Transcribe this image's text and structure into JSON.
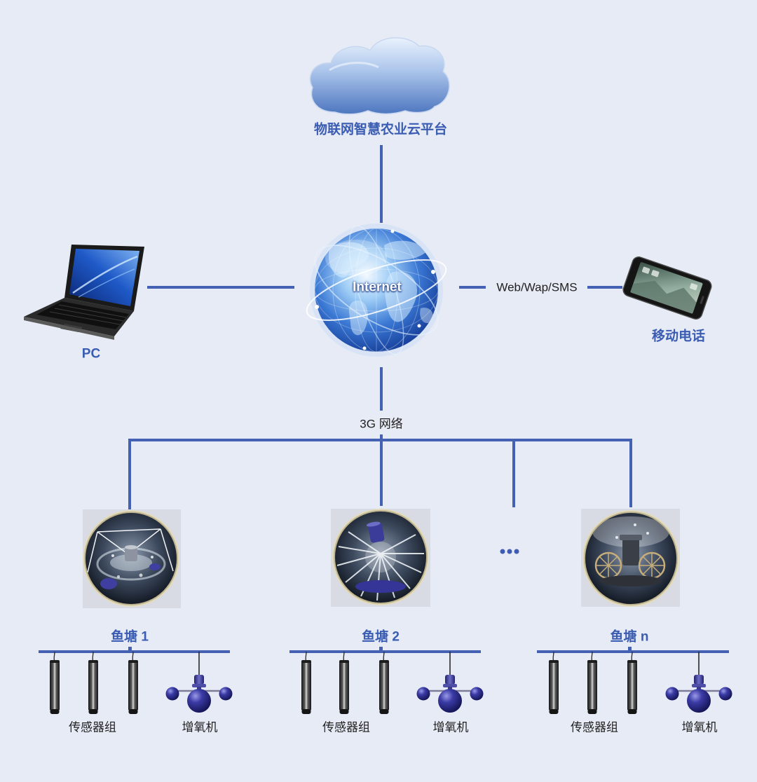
{
  "colors": {
    "background": "#e7ebf5",
    "connector": "#4461b3",
    "heading_text": "#3a5cb2",
    "body_text": "#1f1f1f"
  },
  "cloud_platform": {
    "icon": "cloud-icon",
    "label": "物联网智慧农业云平台"
  },
  "internet": {
    "icon": "globe-icon",
    "label": "Internet"
  },
  "pc": {
    "icon": "laptop-icon",
    "label": "PC"
  },
  "mobile": {
    "icon": "smartphone-icon",
    "label": "移动电话",
    "link_label": "Web/Wap/SMS"
  },
  "network": {
    "link_label": "3G 网络"
  },
  "more_ponds": {
    "icon": "ellipsis-icon"
  },
  "ponds": [
    {
      "label": "鱼塘 1",
      "icon": "impeller-aerator-photo",
      "sensor_group_label": "传感器组",
      "aerator_label": "增氧机"
    },
    {
      "label": "鱼塘 2",
      "icon": "spray-aerator-photo",
      "sensor_group_label": "传感器组",
      "aerator_label": "增氧机"
    },
    {
      "label": "鱼塘 n",
      "icon": "paddlewheel-aerator-photo",
      "sensor_group_label": "传感器组",
      "aerator_label": "增氧机"
    }
  ]
}
